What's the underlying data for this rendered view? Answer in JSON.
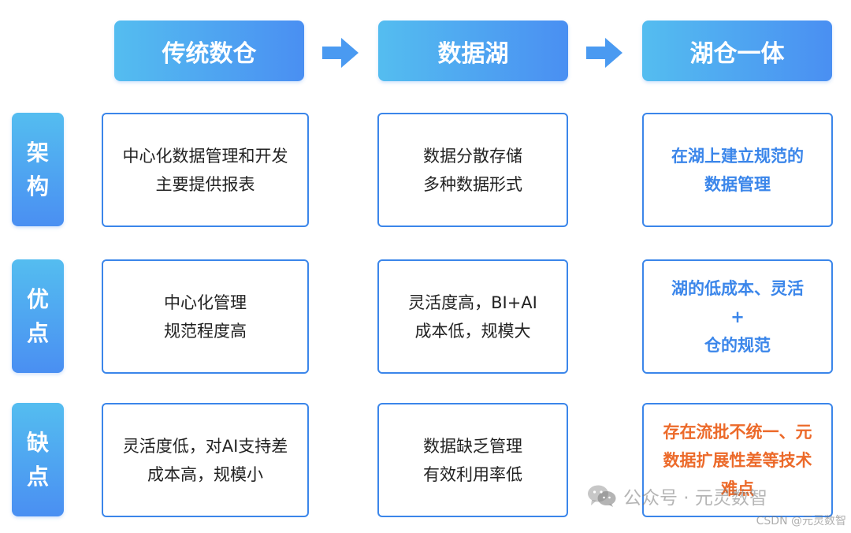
{
  "headers": [
    "传统数仓",
    "数据湖",
    "湖仓一体"
  ],
  "rows": [
    {
      "label_chars": [
        "架",
        "构"
      ],
      "cells": [
        {
          "lines": [
            "中心化数据管理和开发",
            "主要提供报表"
          ]
        },
        {
          "lines": [
            "数据分散存储",
            "多种数据形式"
          ]
        },
        {
          "lines": [
            "在湖上建立规范的",
            "数据管理"
          ]
        }
      ]
    },
    {
      "label_chars": [
        "优",
        "点"
      ],
      "cells": [
        {
          "lines": [
            "中心化管理",
            "规范程度高"
          ]
        },
        {
          "lines": [
            "灵活度高，BI+AI",
            "成本低，规模大"
          ]
        },
        {
          "lines": [
            "湖的低成本、灵活",
            "+",
            "仓的规范"
          ]
        }
      ]
    },
    {
      "label_chars": [
        "缺",
        "点"
      ],
      "cells": [
        {
          "lines": [
            "灵活度低，对AI支持差",
            "成本高，规模小"
          ]
        },
        {
          "lines": [
            "数据缺乏管理",
            "有效利用率低"
          ]
        },
        {
          "lines": [
            "存在流批不统一、元",
            "数据扩展性差等技术",
            "难点"
          ]
        }
      ]
    }
  ],
  "watermark": {
    "text": "公众号 · 元灵数智",
    "icon": "wechat-icon"
  },
  "csdn_mark": "CSDN @元灵数智",
  "colors": {
    "accent_blue": "#3b86ea",
    "gradient_start": "#54bdf0",
    "gradient_end": "#4a8ff2",
    "highlight_orange": "#ec6a2a"
  }
}
